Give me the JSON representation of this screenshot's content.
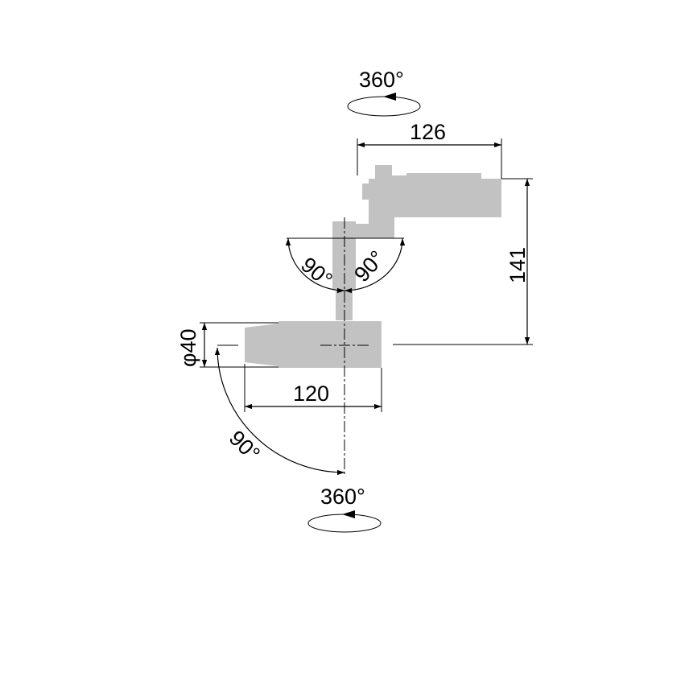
{
  "diagram": {
    "labels": {
      "top_rotation": "360°",
      "bottom_rotation": "360°",
      "adapter_width": "126",
      "total_height": "141",
      "diameter": "φ40",
      "head_length": "120",
      "tilt_left": "90°",
      "tilt_right": "90°",
      "head_swing": "90°"
    },
    "colors": {
      "body": "#c2c2c2",
      "lines": "#000000",
      "background": "#ffffff"
    }
  }
}
